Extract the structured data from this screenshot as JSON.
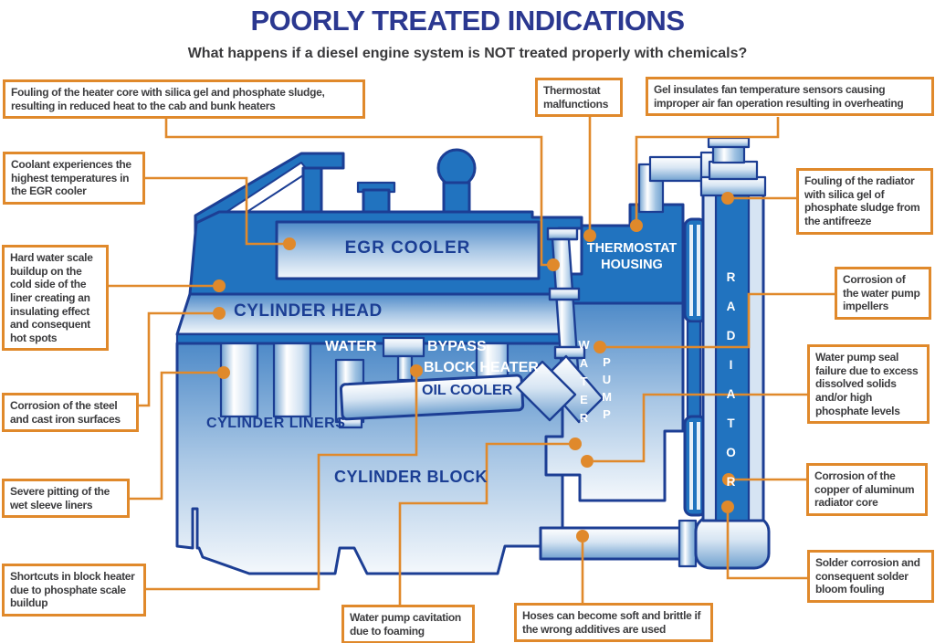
{
  "title": "POORLY TREATED INDICATIONS",
  "subtitle": "What happens if a diesel engine system is NOT treated properly with chemicals?",
  "colors": {
    "accent_orange": "#E0892B",
    "engine_blue": "#2173BF",
    "outline_navy": "#1C3E94",
    "title_blue": "#2B3890",
    "label_navy": "#1B3E94",
    "callout_text": "#3C3C3E"
  },
  "engine_labels": {
    "egr_cooler": "EGR COOLER",
    "cylinder_head": "CYLINDER HEAD",
    "water": "WATER",
    "bypass": "BYPASS",
    "block_heater": "BLOCK HEATER",
    "oil_cooler": "OIL COOLER",
    "cylinder_liners": "CYLINDER LINERS",
    "cylinder_block": "CYLINDER BLOCK",
    "thermostat_housing_line1": "THERMOSTAT",
    "thermostat_housing_line2": "HOUSING",
    "water_pump_water": "WATER",
    "water_pump_pump": "PUMP",
    "radiator": "RADIATOR"
  },
  "callouts": [
    {
      "id": "heater-core",
      "text": "Fouling of the heater core with silica gel and phosphate sludge, resulting in reduced heat to the cab and bunk heaters"
    },
    {
      "id": "thermostat-malfunctions",
      "text": "Thermostat malfunctions"
    },
    {
      "id": "gel-insulates",
      "text": "Gel insulates fan temperature sensors causing improper air fan operation resulting in overheating"
    },
    {
      "id": "coolant-egr",
      "text": "Coolant experiences the highest temperatures in the EGR cooler"
    },
    {
      "id": "hard-water-scale",
      "text": "Hard water scale buildup on the cold side of the liner creating an insulating effect and consequent hot spots"
    },
    {
      "id": "corrosion-steel",
      "text": "Corrosion of the steel and cast iron surfaces"
    },
    {
      "id": "severe-pitting",
      "text": "Severe pitting of the wet sleeve liners"
    },
    {
      "id": "shortcuts-block-heater",
      "text": "Shortcuts in block heater due to phosphate scale buildup"
    },
    {
      "id": "pump-cavitation",
      "text": "Water pump cavitation due to foaming"
    },
    {
      "id": "hoses-soft-brittle",
      "text": "Hoses can become soft and brittle if the wrong additives are used"
    },
    {
      "id": "radiator-fouling",
      "text": "Fouling of the radiator with silica gel of phosphate sludge from the antifreeze"
    },
    {
      "id": "pump-impellers",
      "text": "Corrosion of the water pump impellers"
    },
    {
      "id": "pump-seal-failure",
      "text": "Water pump seal failure due to excess dissolved solids and/or high phosphate levels"
    },
    {
      "id": "copper-radiator-core",
      "text": "Corrosion of the copper of aluminum radiator core"
    },
    {
      "id": "solder-corrosion",
      "text": "Solder corrosion and consequent solder bloom fouling"
    }
  ]
}
